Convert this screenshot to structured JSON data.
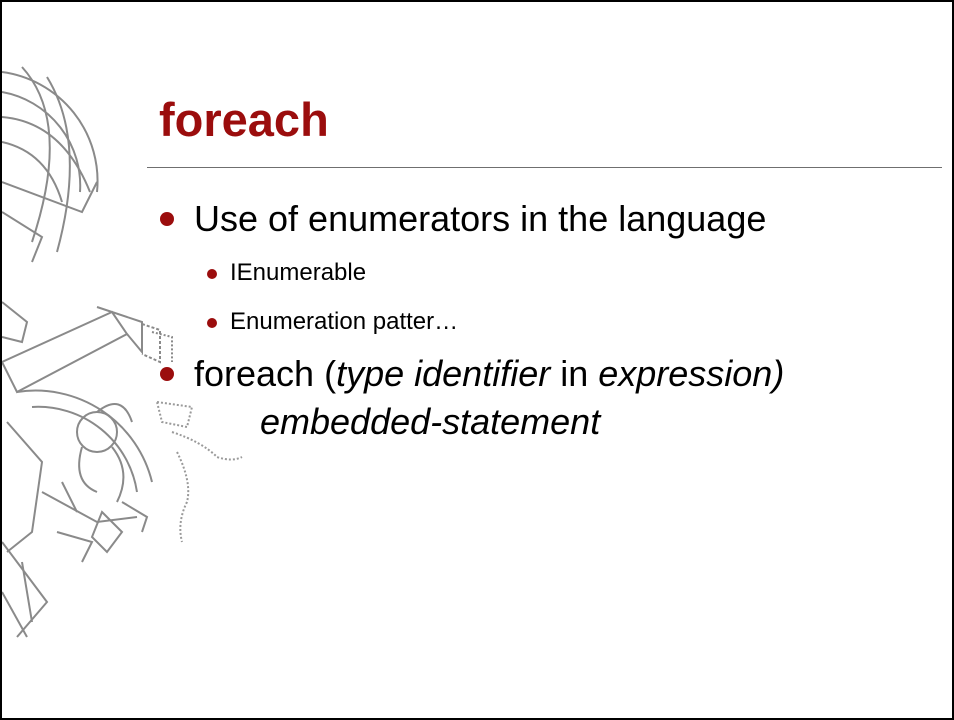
{
  "slide": {
    "title": "foreach",
    "accent_color": "#9b0d0d",
    "bullets": [
      {
        "level": 1,
        "text": "Use of enumerators in the language"
      },
      {
        "level": 2,
        "text": "IEnumerable"
      },
      {
        "level": 2,
        "text": "Enumeration patter…"
      }
    ],
    "foreach_bullet": {
      "prefix": "foreach (",
      "type_identifier": "type identifier",
      "in_keyword": " in ",
      "expression": "expression)",
      "embedded_statement": "embedded-statement"
    },
    "background_emblem": "armillary-sphere-tools-emblem"
  }
}
